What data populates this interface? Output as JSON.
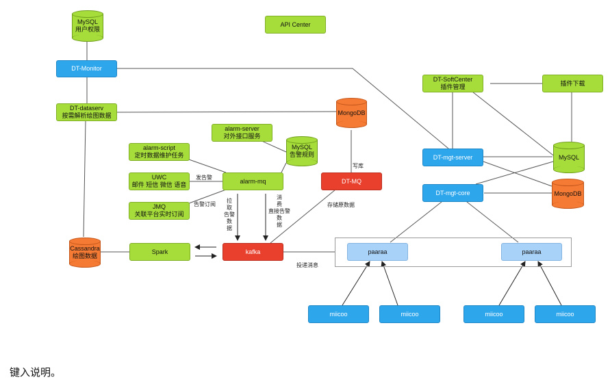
{
  "nodes": {
    "mysql_perm": [
      "MySQL",
      "用户权限"
    ],
    "api_center": [
      "API Center"
    ],
    "dt_monitor": [
      "DT-Monitor"
    ],
    "dt_dataserv": [
      "DT-dataserv",
      "按需解析绘图数据"
    ],
    "mongodb_left": [
      "MongoDB"
    ],
    "alarm_server": [
      "alarm-server",
      "对外接口服务"
    ],
    "alarm_script": [
      "alarm-script",
      "定时数据维护任务"
    ],
    "mysql_rules": [
      "MySQL",
      "告警规则"
    ],
    "uwc": [
      "UWC",
      "邮件 短信 微信 语音"
    ],
    "alarm_mq": [
      "alarm-mq"
    ],
    "dt_mq": [
      "DT-MQ"
    ],
    "jmq": [
      "JMQ",
      "关联平台实时订阅"
    ],
    "cassandra": [
      "Cassandra",
      "绘图数据"
    ],
    "spark": [
      "Spark"
    ],
    "kafka": [
      "kafka"
    ],
    "dt_softcenter": [
      "DT-SoftCenter",
      "插件管理"
    ],
    "plugin_download": [
      "插件下载"
    ],
    "dt_mgt_server": [
      "DT-mgt-server"
    ],
    "mysql_right": [
      "MySQL"
    ],
    "dt_mgt_core": [
      "DT-mgt-core"
    ],
    "mongodb_right": [
      "MongoDB"
    ],
    "paaraa_left": [
      "paaraa"
    ],
    "paaraa_right": [
      "paaraa"
    ],
    "miicoo_1": [
      "miicoo"
    ],
    "miicoo_2": [
      "miicoo"
    ],
    "miicoo_3": [
      "miicoo"
    ],
    "miicoo_4": [
      "miicoo"
    ]
  },
  "edge_labels": {
    "send_alarm": "发告警",
    "alarm_subscribe": "告警订阅",
    "pull_alarm": [
      "拉",
      "取",
      "告警",
      "数",
      "据"
    ],
    "consume": [
      "消",
      "费",
      "直接告警",
      "数",
      "据"
    ],
    "write_db": "写库",
    "store_raw": "存储原数据",
    "deliver_msg": "投递消息"
  },
  "caption": "键入说明。",
  "colors": {
    "green": "#a6dd3b",
    "blue": "#2ea6ec",
    "light_blue": "#a9d2f8",
    "red": "#e8402d",
    "orange": "#f57a33"
  }
}
